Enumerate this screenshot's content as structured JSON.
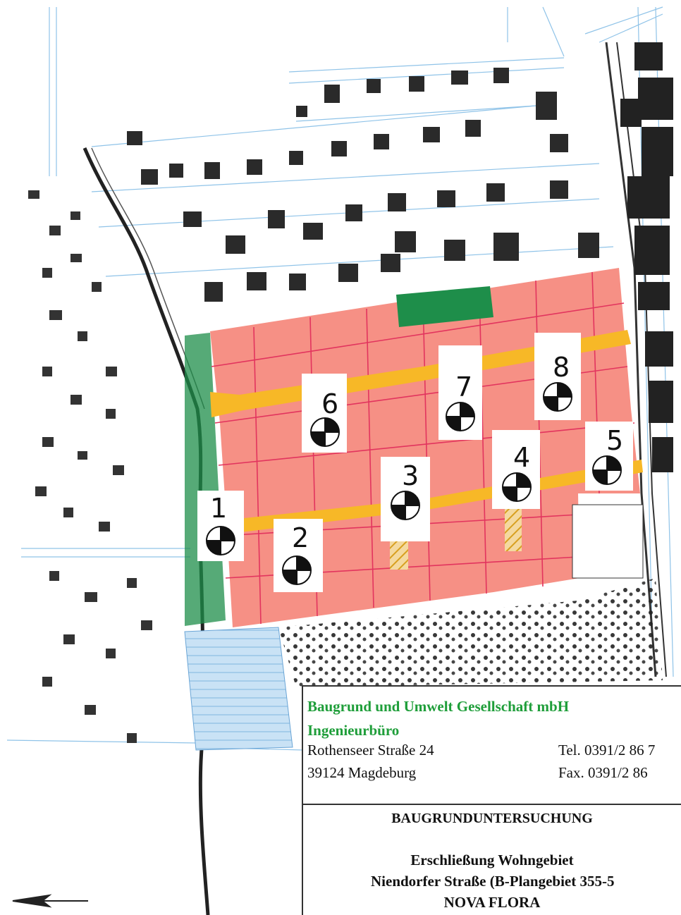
{
  "title_block": {
    "company": "Baugrund und Umwelt Gesellschaft mbH",
    "office": "Ingenieurbüro",
    "street": "Rothenseer Straße 24",
    "city": "39124 Magdeburg",
    "tel": "Tel. 0391/2 86 7",
    "fax": "Fax. 0391/2 86",
    "study": "BAUGRUNDUNTERSUCHUNG",
    "project_line1": "Erschließung Wohngebiet",
    "project_line2": "Niendorfer Straße (B-Plangebiet 355-5",
    "project_line3": "NOVA FLORA"
  },
  "boreholes": [
    {
      "label": "1"
    },
    {
      "label": "2"
    },
    {
      "label": "3"
    },
    {
      "label": "4"
    },
    {
      "label": "5"
    },
    {
      "label": "6"
    },
    {
      "label": "7"
    },
    {
      "label": "8"
    }
  ],
  "colors": {
    "building_area": "#f58a7e",
    "parcel_lines": "#e2345e",
    "roads": "#f7b827",
    "green_space": "#1e8e4a",
    "field_hatch": "#a8d0ee",
    "company_text": "#1f9e3a"
  }
}
